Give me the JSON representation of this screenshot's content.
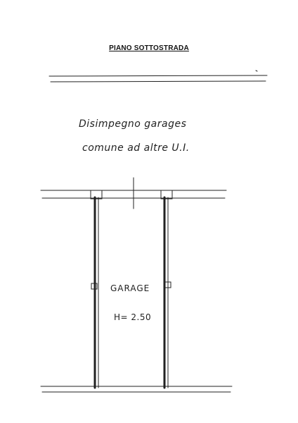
{
  "header": {
    "title": "PIANO SOTTOSTRADA"
  },
  "corridor": {
    "line1": "Disimpegno garages",
    "line2": "comune ad altre U.I."
  },
  "garage": {
    "label": "GARAGE",
    "height": "H= 2.50"
  },
  "colors": {
    "ink": "#222222",
    "paper": "#ffffff"
  }
}
